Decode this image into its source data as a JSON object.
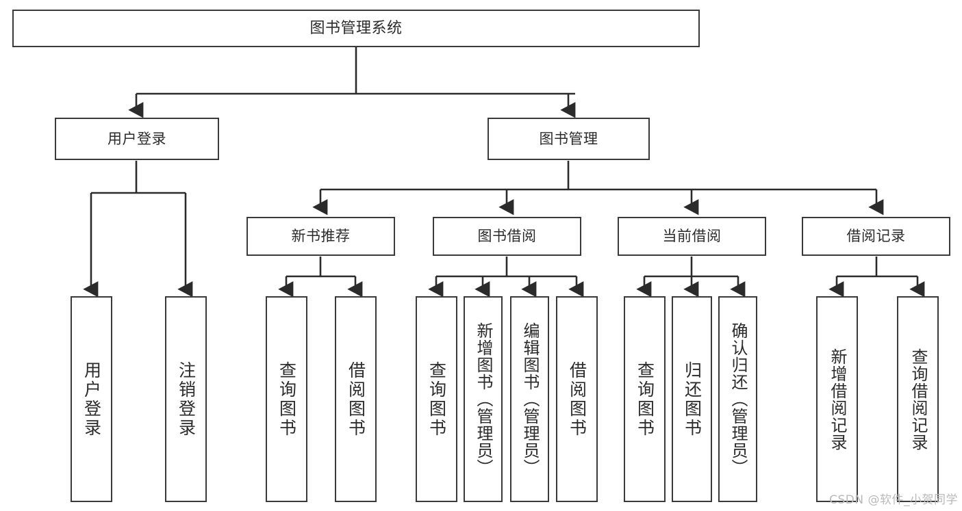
{
  "diagram": {
    "title": "图书管理系统",
    "type": "tree-hierarchy-chart",
    "watermark": "CSDN @软件_小贺同学",
    "colors": {
      "border": "#3a3a3a",
      "fill": "#ffffff",
      "text": "#2b2b2b",
      "edge": "#2b2b2b",
      "watermark": "#b9b9b9"
    },
    "root": {
      "label": "图书管理系统"
    },
    "level2": [
      {
        "label": "用户登录"
      },
      {
        "label": "图书管理"
      }
    ],
    "level3": [
      {
        "label": "新书推荐"
      },
      {
        "label": "图书借阅"
      },
      {
        "label": "当前借阅"
      },
      {
        "label": "借阅记录"
      }
    ],
    "leaves": {
      "user_login": [
        {
          "label": "用户登录"
        },
        {
          "label": "注销登录"
        }
      ],
      "new_book_recommend": [
        {
          "label": "查询图书"
        },
        {
          "label": "借阅图书"
        }
      ],
      "book_borrow": [
        {
          "label": "查询图书"
        },
        {
          "label": "新增图书（管理员）"
        },
        {
          "label": "编辑图书（管理员）"
        },
        {
          "label": "借阅图书"
        }
      ],
      "current_borrow": [
        {
          "label": "查询图书"
        },
        {
          "label": "归还图书"
        },
        {
          "label": "确认归还（管理员）"
        }
      ],
      "borrow_record": [
        {
          "label": "新增借阅记录"
        },
        {
          "label": "查询借阅记录"
        }
      ]
    }
  }
}
